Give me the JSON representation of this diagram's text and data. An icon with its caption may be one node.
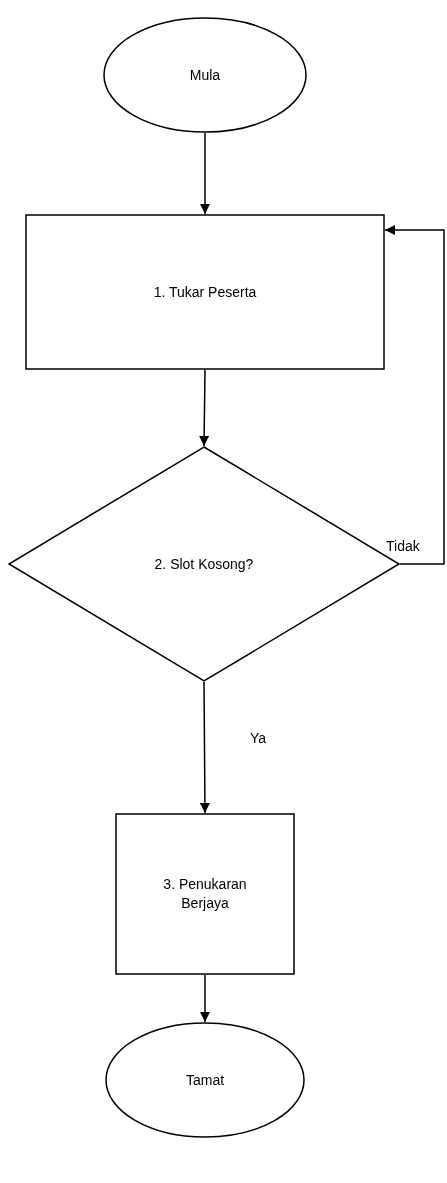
{
  "diagram": {
    "nodes": [
      {
        "text": [
          "Mula"
        ]
      },
      {
        "text": [
          "1. Tukar Peserta"
        ]
      },
      {
        "text": [
          "2. Slot Kosong?"
        ]
      },
      {
        "text": [
          "3.  Penukaran Berjaya"
        ]
      },
      {
        "text": [
          "Tamat"
        ]
      }
    ],
    "edges": [
      {
        "from": 0,
        "to": 1,
        "arrow": "to"
      },
      {
        "from": 1,
        "to": 2,
        "arrow": "to"
      },
      {
        "from": 2,
        "to": 3,
        "arrow": "to",
        "label": "Ya"
      },
      {
        "from": 3,
        "to": 4,
        "arrow": "to"
      },
      {
        "from": 2,
        "to": 1,
        "arrow": "to",
        "label": "Tidak"
      }
    ]
  }
}
